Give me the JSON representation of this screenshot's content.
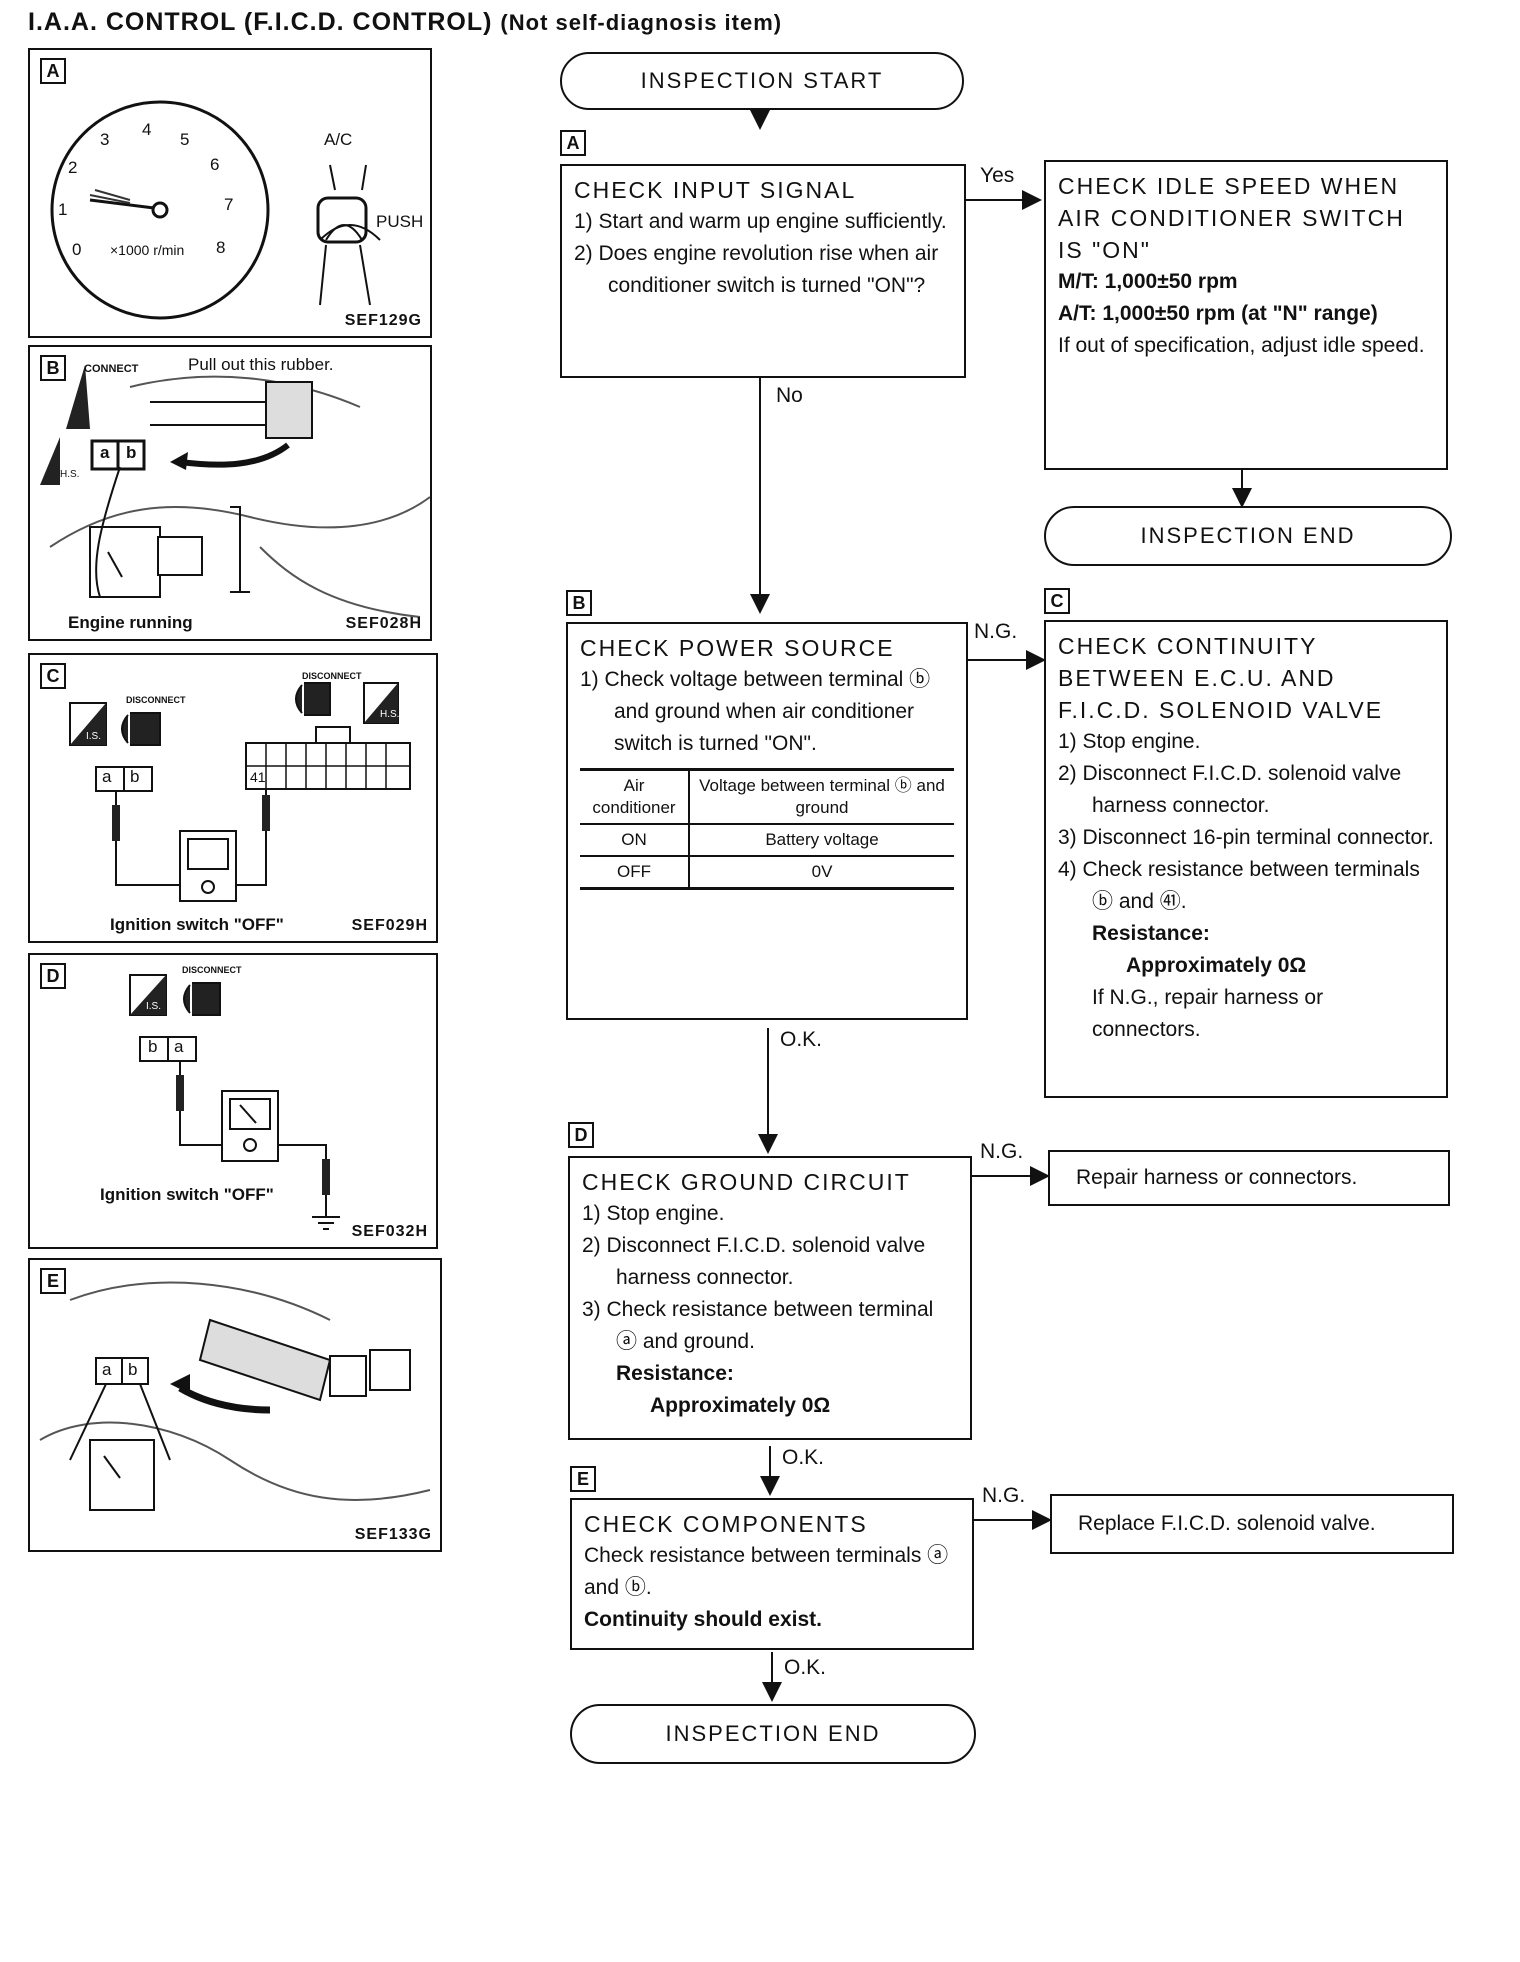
{
  "title": {
    "main": "I.A.A. CONTROL (F.I.C.D. CONTROL)",
    "note": "(Not self-diagnosis item)"
  },
  "panels": {
    "A": {
      "tag": "A",
      "ticks": [
        "0",
        "1",
        "2",
        "3",
        "4",
        "5",
        "6",
        "7",
        "8"
      ],
      "gauge_unit": "×1000 r/min",
      "ac_label": "A/C",
      "push_label": "PUSH",
      "fig": "SEF129G"
    },
    "B": {
      "tag": "B",
      "connect": "CONNECT",
      "callout": "Pull out this rubber.",
      "hs": "H.S.",
      "term_a": "a",
      "term_b": "b",
      "caption": "Engine running",
      "fig": "SEF028H"
    },
    "C": {
      "tag": "C",
      "disconnect1": "DISCONNECT",
      "disconnect2": "DISCONNECT",
      "is": "I.S.",
      "hs": "H.S.",
      "term_a": "a",
      "term_b": "b",
      "pin": "41",
      "caption": "Ignition switch \"OFF\"",
      "fig": "SEF029H"
    },
    "D": {
      "tag": "D",
      "disconnect": "DISCONNECT",
      "is": "I.S.",
      "term_a": "a",
      "term_b": "b",
      "caption": "Ignition switch \"OFF\"",
      "fig": "SEF032H"
    },
    "E": {
      "tag": "E",
      "term_a": "a",
      "term_b": "b",
      "fig": "SEF133G"
    }
  },
  "flow": {
    "start": "INSPECTION START",
    "stepA": {
      "tag": "A",
      "heading": "CHECK INPUT SIGNAL",
      "l1": "1) Start and warm up engine sufficiently.",
      "l2": "2) Does engine revolution rise when air conditioner switch is turned \"ON\"?"
    },
    "yes": "Yes",
    "no": "No",
    "idle": {
      "heading": "CHECK IDLE SPEED WHEN AIR CONDITIONER SWITCH IS \"ON\"",
      "mt": "M/T: 1,000±50 rpm",
      "at": "A/T: 1,000±50 rpm (at \"N\" range)",
      "note": "If out of specification, adjust idle speed."
    },
    "end1": "INSPECTION END",
    "stepB": {
      "tag": "B",
      "heading": "CHECK POWER SOURCE",
      "l1": "1) Check voltage between terminal ⓑ and ground when air conditioner switch is turned \"ON\".",
      "table": {
        "col1": "Air conditioner",
        "col2": "Voltage between terminal ⓑ and ground",
        "rows": [
          {
            "ac": "ON",
            "v": "Battery voltage"
          },
          {
            "ac": "OFF",
            "v": "0V"
          }
        ]
      }
    },
    "ngB": "N.G.",
    "stepC": {
      "tag": "C",
      "heading": "CHECK CONTINUITY BETWEEN E.C.U. AND F.I.C.D. SOLENOID VALVE",
      "l1": "1) Stop engine.",
      "l2": "2) Disconnect F.I.C.D. solenoid valve harness connector.",
      "l3": "3) Disconnect 16-pin terminal connector.",
      "l4": "4) Check resistance between terminals ⓑ and ㊶.",
      "res_label": "Resistance:",
      "res_value": "Approximately 0Ω",
      "note": "If N.G., repair harness or connectors."
    },
    "okB": "O.K.",
    "stepD": {
      "tag": "D",
      "heading": "CHECK GROUND CIRCUIT",
      "l1": "1) Stop engine.",
      "l2": "2) Disconnect F.I.C.D. solenoid valve harness connector.",
      "l3": "3) Check resistance between terminal ⓐ and ground.",
      "res_label": "Resistance:",
      "res_value": "Approximately 0Ω"
    },
    "ngD": "N.G.",
    "repairD": "Repair harness or connectors.",
    "okD": "O.K.",
    "stepE": {
      "tag": "E",
      "heading": "CHECK COMPONENTS",
      "l1": "Check resistance between terminals ⓐ and ⓑ.",
      "l2": "Continuity should exist."
    },
    "ngE": "N.G.",
    "replaceE": "Replace F.I.C.D. solenoid valve.",
    "okE": "O.K.",
    "end2": "INSPECTION END"
  }
}
